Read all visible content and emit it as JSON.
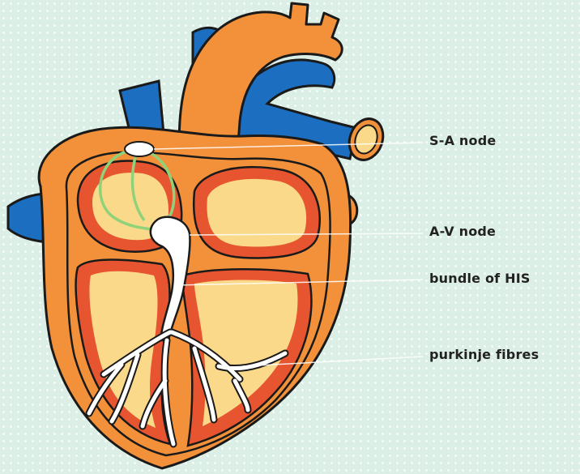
{
  "labels": {
    "sa_node": "S-A node",
    "av_node": "A-V node",
    "bundle_his": "bundle of HIS",
    "purkinje": "purkinje fibres"
  },
  "colors": {
    "background": "#dcefe6",
    "heart_outer": "#f2913a",
    "heart_inner_ring": "#e6552f",
    "chamber_fill": "#fbd98a",
    "vessels_blue": "#1c6ec0",
    "conduction": "#ffffff",
    "sa_pathway": "#8fd27a",
    "outline": "#1a1a1a"
  }
}
